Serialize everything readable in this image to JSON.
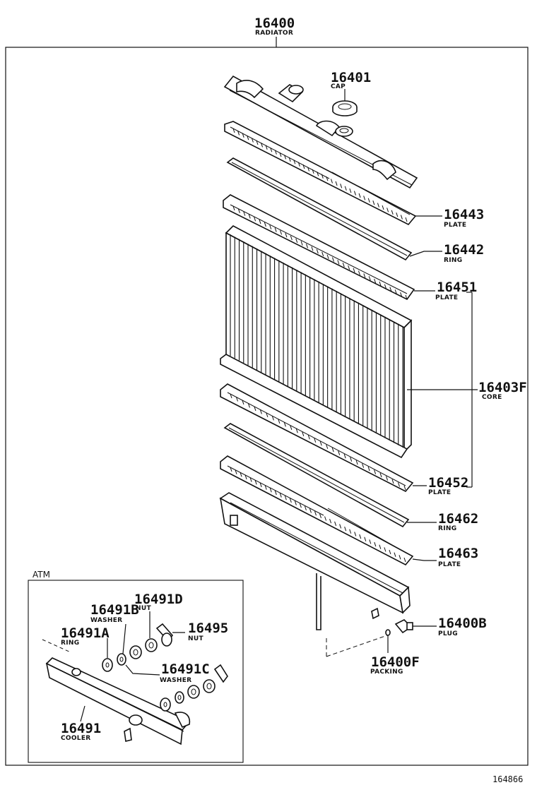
{
  "diagram": {
    "assembly": {
      "number": "16400",
      "name": "RADIATOR"
    },
    "parts": [
      {
        "id": "cap",
        "number": "16401",
        "name": "CAP"
      },
      {
        "id": "plate-16443",
        "number": "16443",
        "name": "PLATE"
      },
      {
        "id": "ring-16442",
        "number": "16442",
        "name": "RING"
      },
      {
        "id": "plate-16451",
        "number": "16451",
        "name": "PLATE"
      },
      {
        "id": "core",
        "number": "16403F",
        "name": "CORE"
      },
      {
        "id": "plate-16452",
        "number": "16452",
        "name": "PLATE"
      },
      {
        "id": "ring-16462",
        "number": "16462",
        "name": "RING"
      },
      {
        "id": "plate-16463",
        "number": "16463",
        "name": "PLATE"
      },
      {
        "id": "plug",
        "number": "16400B",
        "name": "PLUG"
      },
      {
        "id": "packing",
        "number": "16400F",
        "name": "PACKING"
      }
    ],
    "atm": {
      "label": "ATM",
      "parts": [
        {
          "id": "nut-16491d",
          "number": "16491D",
          "name": "NUT"
        },
        {
          "id": "washer-16491b",
          "number": "16491B",
          "name": "WASHER"
        },
        {
          "id": "ring-16491a",
          "number": "16491A",
          "name": "RING"
        },
        {
          "id": "nut-16495",
          "number": "16495",
          "name": "NUT"
        },
        {
          "id": "washer-16491c",
          "number": "16491C",
          "name": "WASHER"
        },
        {
          "id": "cooler",
          "number": "16491",
          "name": "COOLER"
        }
      ]
    },
    "figure_code": "164866"
  }
}
